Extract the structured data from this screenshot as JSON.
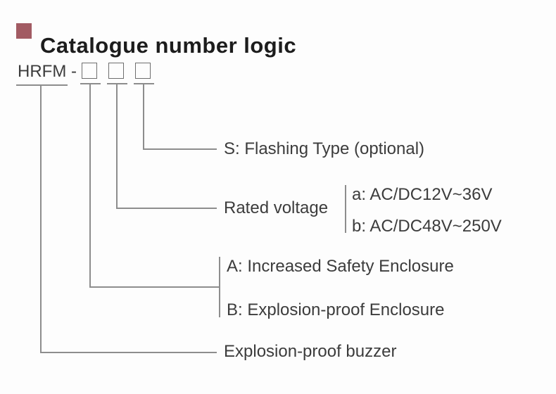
{
  "title": {
    "text": "Catalogue number logic",
    "bullet_color": "#a25b63"
  },
  "code": {
    "prefix": "HRFM -",
    "placeholder_count": 3
  },
  "legend": {
    "flashing": "S: Flashing Type (optional)",
    "rated_voltage_label": "Rated voltage",
    "voltage_options": [
      "a: AC/DC12V~36V",
      "b: AC/DC48V~250V"
    ],
    "enclosure_options": [
      "A: Increased Safety Enclosure",
      "B: Explosion-proof Enclosure"
    ],
    "product": "Explosion-proof buzzer"
  },
  "colors": {
    "accent": "#a25b63",
    "line": "#8d8d8d",
    "text": "#3c3c3c",
    "title_text": "#1c1c1c"
  }
}
